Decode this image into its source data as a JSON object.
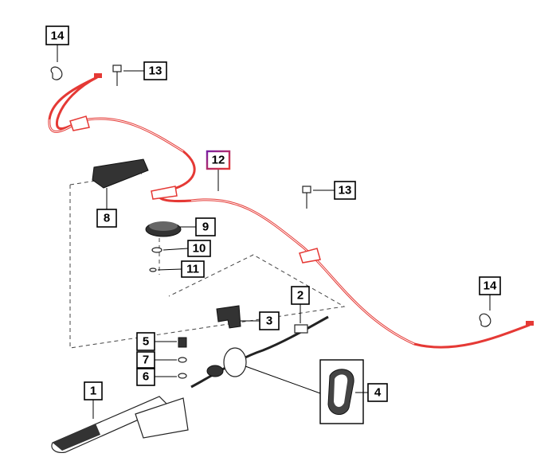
{
  "diagram": {
    "callouts": [
      {
        "id": "14-top",
        "label": "14"
      },
      {
        "id": "13-top",
        "label": "13"
      },
      {
        "id": "12",
        "label": "12",
        "highlighted": true
      },
      {
        "id": "8",
        "label": "8"
      },
      {
        "id": "9",
        "label": "9"
      },
      {
        "id": "10",
        "label": "10"
      },
      {
        "id": "11",
        "label": "11"
      },
      {
        "id": "13-right",
        "label": "13"
      },
      {
        "id": "2",
        "label": "2"
      },
      {
        "id": "3",
        "label": "3"
      },
      {
        "id": "5",
        "label": "5"
      },
      {
        "id": "7",
        "label": "7"
      },
      {
        "id": "6",
        "label": "6"
      },
      {
        "id": "1",
        "label": "1"
      },
      {
        "id": "4",
        "label": "4"
      },
      {
        "id": "14-right",
        "label": "14"
      }
    ],
    "colors": {
      "cable": "#e53935",
      "highlight_border": "#c2185b"
    }
  }
}
